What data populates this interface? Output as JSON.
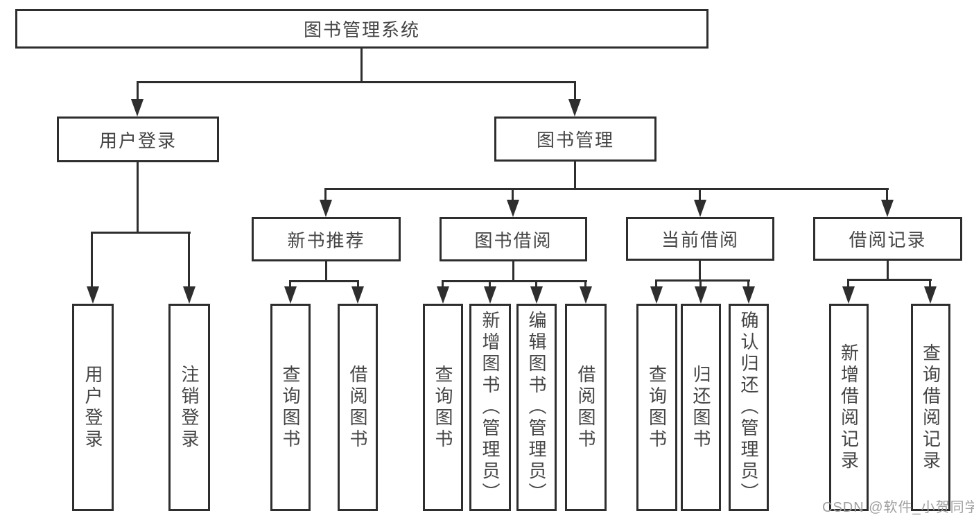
{
  "diagram": {
    "root": {
      "label": "图书管理系统"
    },
    "level1": [
      {
        "label": "用户登录",
        "children": [
          {
            "label": "用户登录"
          },
          {
            "label": "注销登录"
          }
        ]
      },
      {
        "label": "图书管理",
        "children": [
          {
            "label": "新书推荐",
            "children": [
              {
                "label": "查询图书"
              },
              {
                "label": "借阅图书"
              }
            ]
          },
          {
            "label": "图书借阅",
            "children": [
              {
                "label": "查询图书"
              },
              {
                "label": "新增图书（管理员）"
              },
              {
                "label": "编辑图书（管理员）"
              },
              {
                "label": "借阅图书"
              }
            ]
          },
          {
            "label": "当前借阅",
            "children": [
              {
                "label": "查询图书"
              },
              {
                "label": "归还图书"
              },
              {
                "label": "确认归还（管理员）"
              }
            ]
          },
          {
            "label": "借阅记录",
            "children": [
              {
                "label": "新增借阅记录"
              },
              {
                "label": "查询借阅记录"
              }
            ]
          }
        ]
      }
    ]
  },
  "watermark": {
    "text": "CSDN @软件_小贺同学"
  },
  "colors": {
    "line": "#2e2e2e",
    "text": "#454545",
    "watermark": "#a0a0a0",
    "background": "#ffffff"
  }
}
